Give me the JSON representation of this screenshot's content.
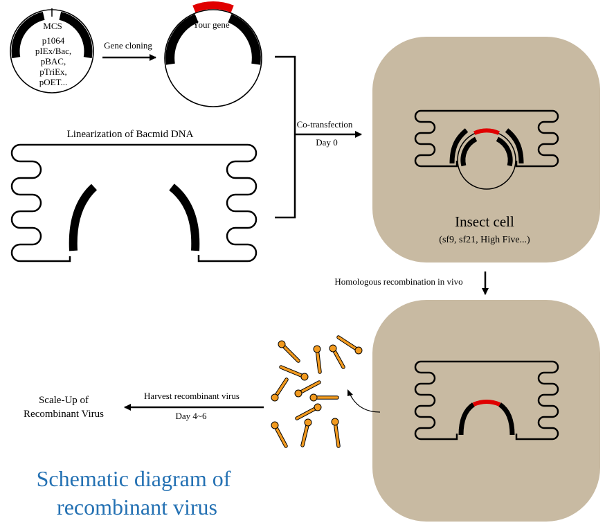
{
  "vector": {
    "mcs": "MCS",
    "names": [
      "p1064",
      "pIEx/Bac,",
      "pBAC,",
      "pTriEx,",
      "pOET..."
    ]
  },
  "steps": {
    "gene_cloning": "Gene cloning",
    "your_gene": "Your gene",
    "linearization": "Linearization of Bacmid DNA",
    "cotransfection": "Co-transfection",
    "day0": "Day 0",
    "homologous": "Homologous recombination in vivo",
    "harvest": "Harvest recombinant virus",
    "day46": "Day 4~6",
    "scaleup": [
      "Scale-Up of",
      "Recombinant Virus"
    ]
  },
  "insect_cell": {
    "label": "Insect cell",
    "types": "(sf9, sf21, High Five...)"
  },
  "caption": {
    "lines": [
      "Schematic diagram of",
      "recombinant virus"
    ]
  },
  "colors": {
    "cell_fill": "#c8baa2",
    "gene_red": "#e00000",
    "virus_orange": "#f29a1f",
    "caption_blue": "#2471b3"
  }
}
